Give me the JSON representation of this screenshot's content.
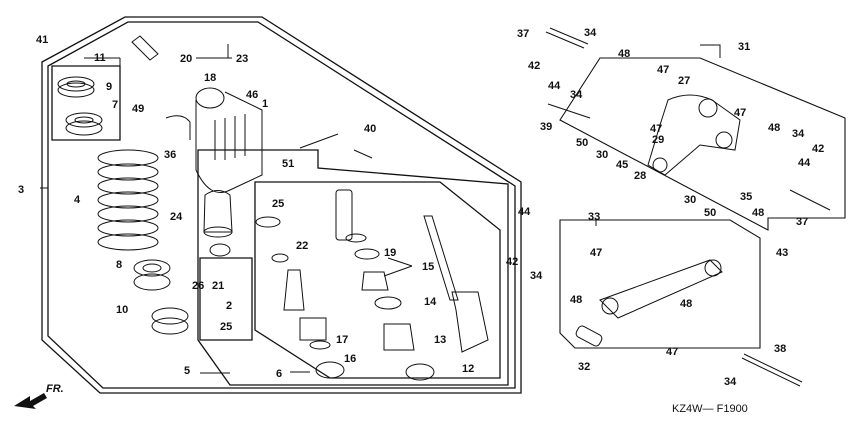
{
  "labels": [
    "41",
    "11",
    "9",
    "7",
    "3",
    "4",
    "8",
    "10",
    "5",
    "20",
    "23",
    "18",
    "49",
    "36",
    "46",
    "1",
    "24",
    "2",
    "21",
    "26",
    "25",
    "22",
    "6",
    "40",
    "51",
    "25",
    "19",
    "15",
    "14",
    "17",
    "16",
    "13",
    "12",
    "37",
    "34",
    "48",
    "42",
    "44",
    "34",
    "39",
    "47",
    "27",
    "50",
    "30",
    "47",
    "29",
    "45",
    "28",
    "31",
    "47",
    "48",
    "34",
    "42",
    "44",
    "30",
    "50",
    "35",
    "48",
    "37",
    "43",
    "33",
    "44",
    "42",
    "34",
    "47",
    "48",
    "48",
    "47",
    "32",
    "38",
    "34"
  ],
  "diagram_code": "KZ4W— F1900",
  "direction_label": "FR."
}
